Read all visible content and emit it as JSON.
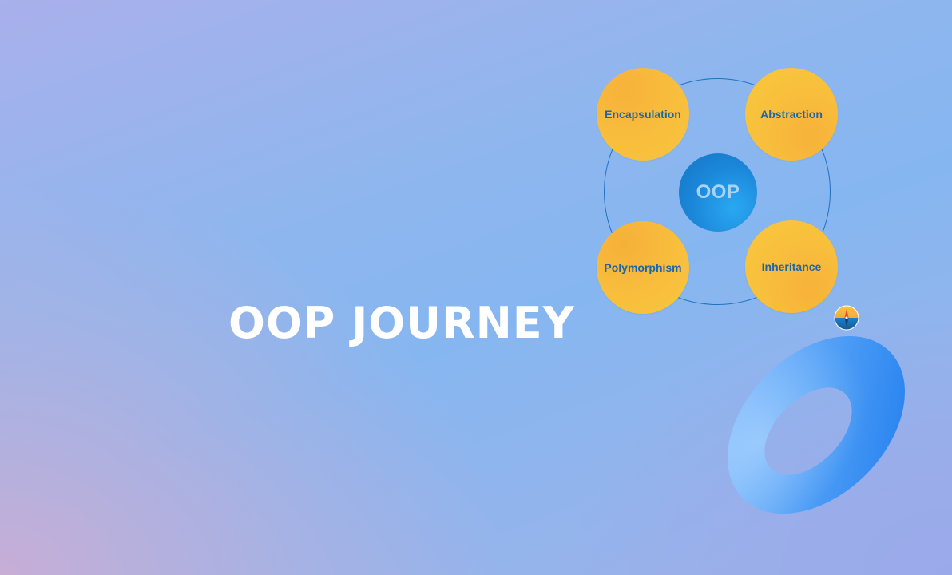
{
  "title": "OOP JOURNEY",
  "diagram": {
    "center": "OOP",
    "concepts": {
      "top_left": "Encapsulation",
      "top_right": "Abstraction",
      "bottom_left": "Polymorphism",
      "bottom_right": "Inheritance"
    }
  },
  "colors": {
    "accent_orange": "#f8bd3c",
    "accent_blue": "#1b86d8",
    "text_blue": "#1d66a8",
    "title_white": "#ffffff"
  },
  "icons": {
    "compass": "compass-icon",
    "ring": "torus-decoration"
  }
}
